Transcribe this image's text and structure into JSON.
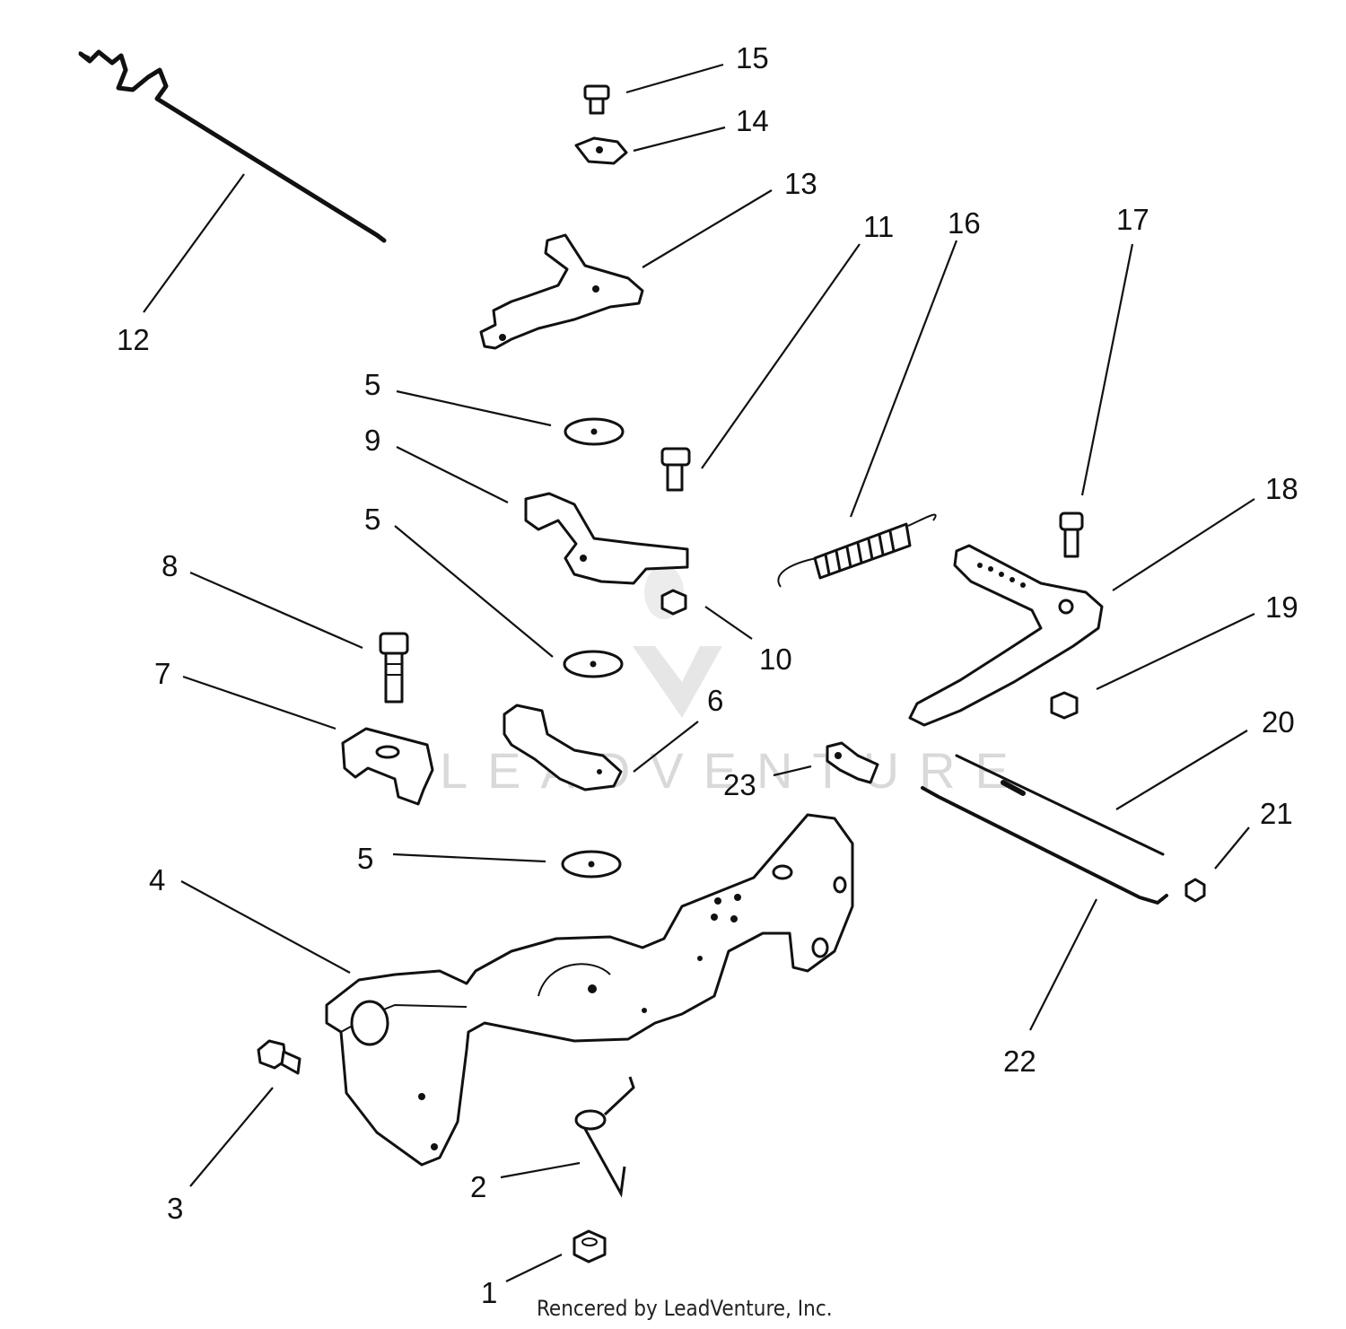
{
  "diagram": {
    "callouts": [
      {
        "id": "c1",
        "text": "1"
      },
      {
        "id": "c2",
        "text": "2"
      },
      {
        "id": "c3",
        "text": "3"
      },
      {
        "id": "c4",
        "text": "4"
      },
      {
        "id": "c5a",
        "text": "5"
      },
      {
        "id": "c5b",
        "text": "5"
      },
      {
        "id": "c5c",
        "text": "5"
      },
      {
        "id": "c6",
        "text": "6"
      },
      {
        "id": "c7",
        "text": "7"
      },
      {
        "id": "c8",
        "text": "8"
      },
      {
        "id": "c9",
        "text": "9"
      },
      {
        "id": "c10",
        "text": "10"
      },
      {
        "id": "c11",
        "text": "11"
      },
      {
        "id": "c12",
        "text": "12"
      },
      {
        "id": "c13",
        "text": "13"
      },
      {
        "id": "c14",
        "text": "14"
      },
      {
        "id": "c15",
        "text": "15"
      },
      {
        "id": "c16",
        "text": "16"
      },
      {
        "id": "c17",
        "text": "17"
      },
      {
        "id": "c18",
        "text": "18"
      },
      {
        "id": "c19",
        "text": "19"
      },
      {
        "id": "c20",
        "text": "20"
      },
      {
        "id": "c21",
        "text": "21"
      },
      {
        "id": "c22",
        "text": "22"
      },
      {
        "id": "c23",
        "text": "23"
      }
    ],
    "watermark": "LEADVENTURE",
    "footer": "Rencered by LeadVenture, Inc."
  }
}
